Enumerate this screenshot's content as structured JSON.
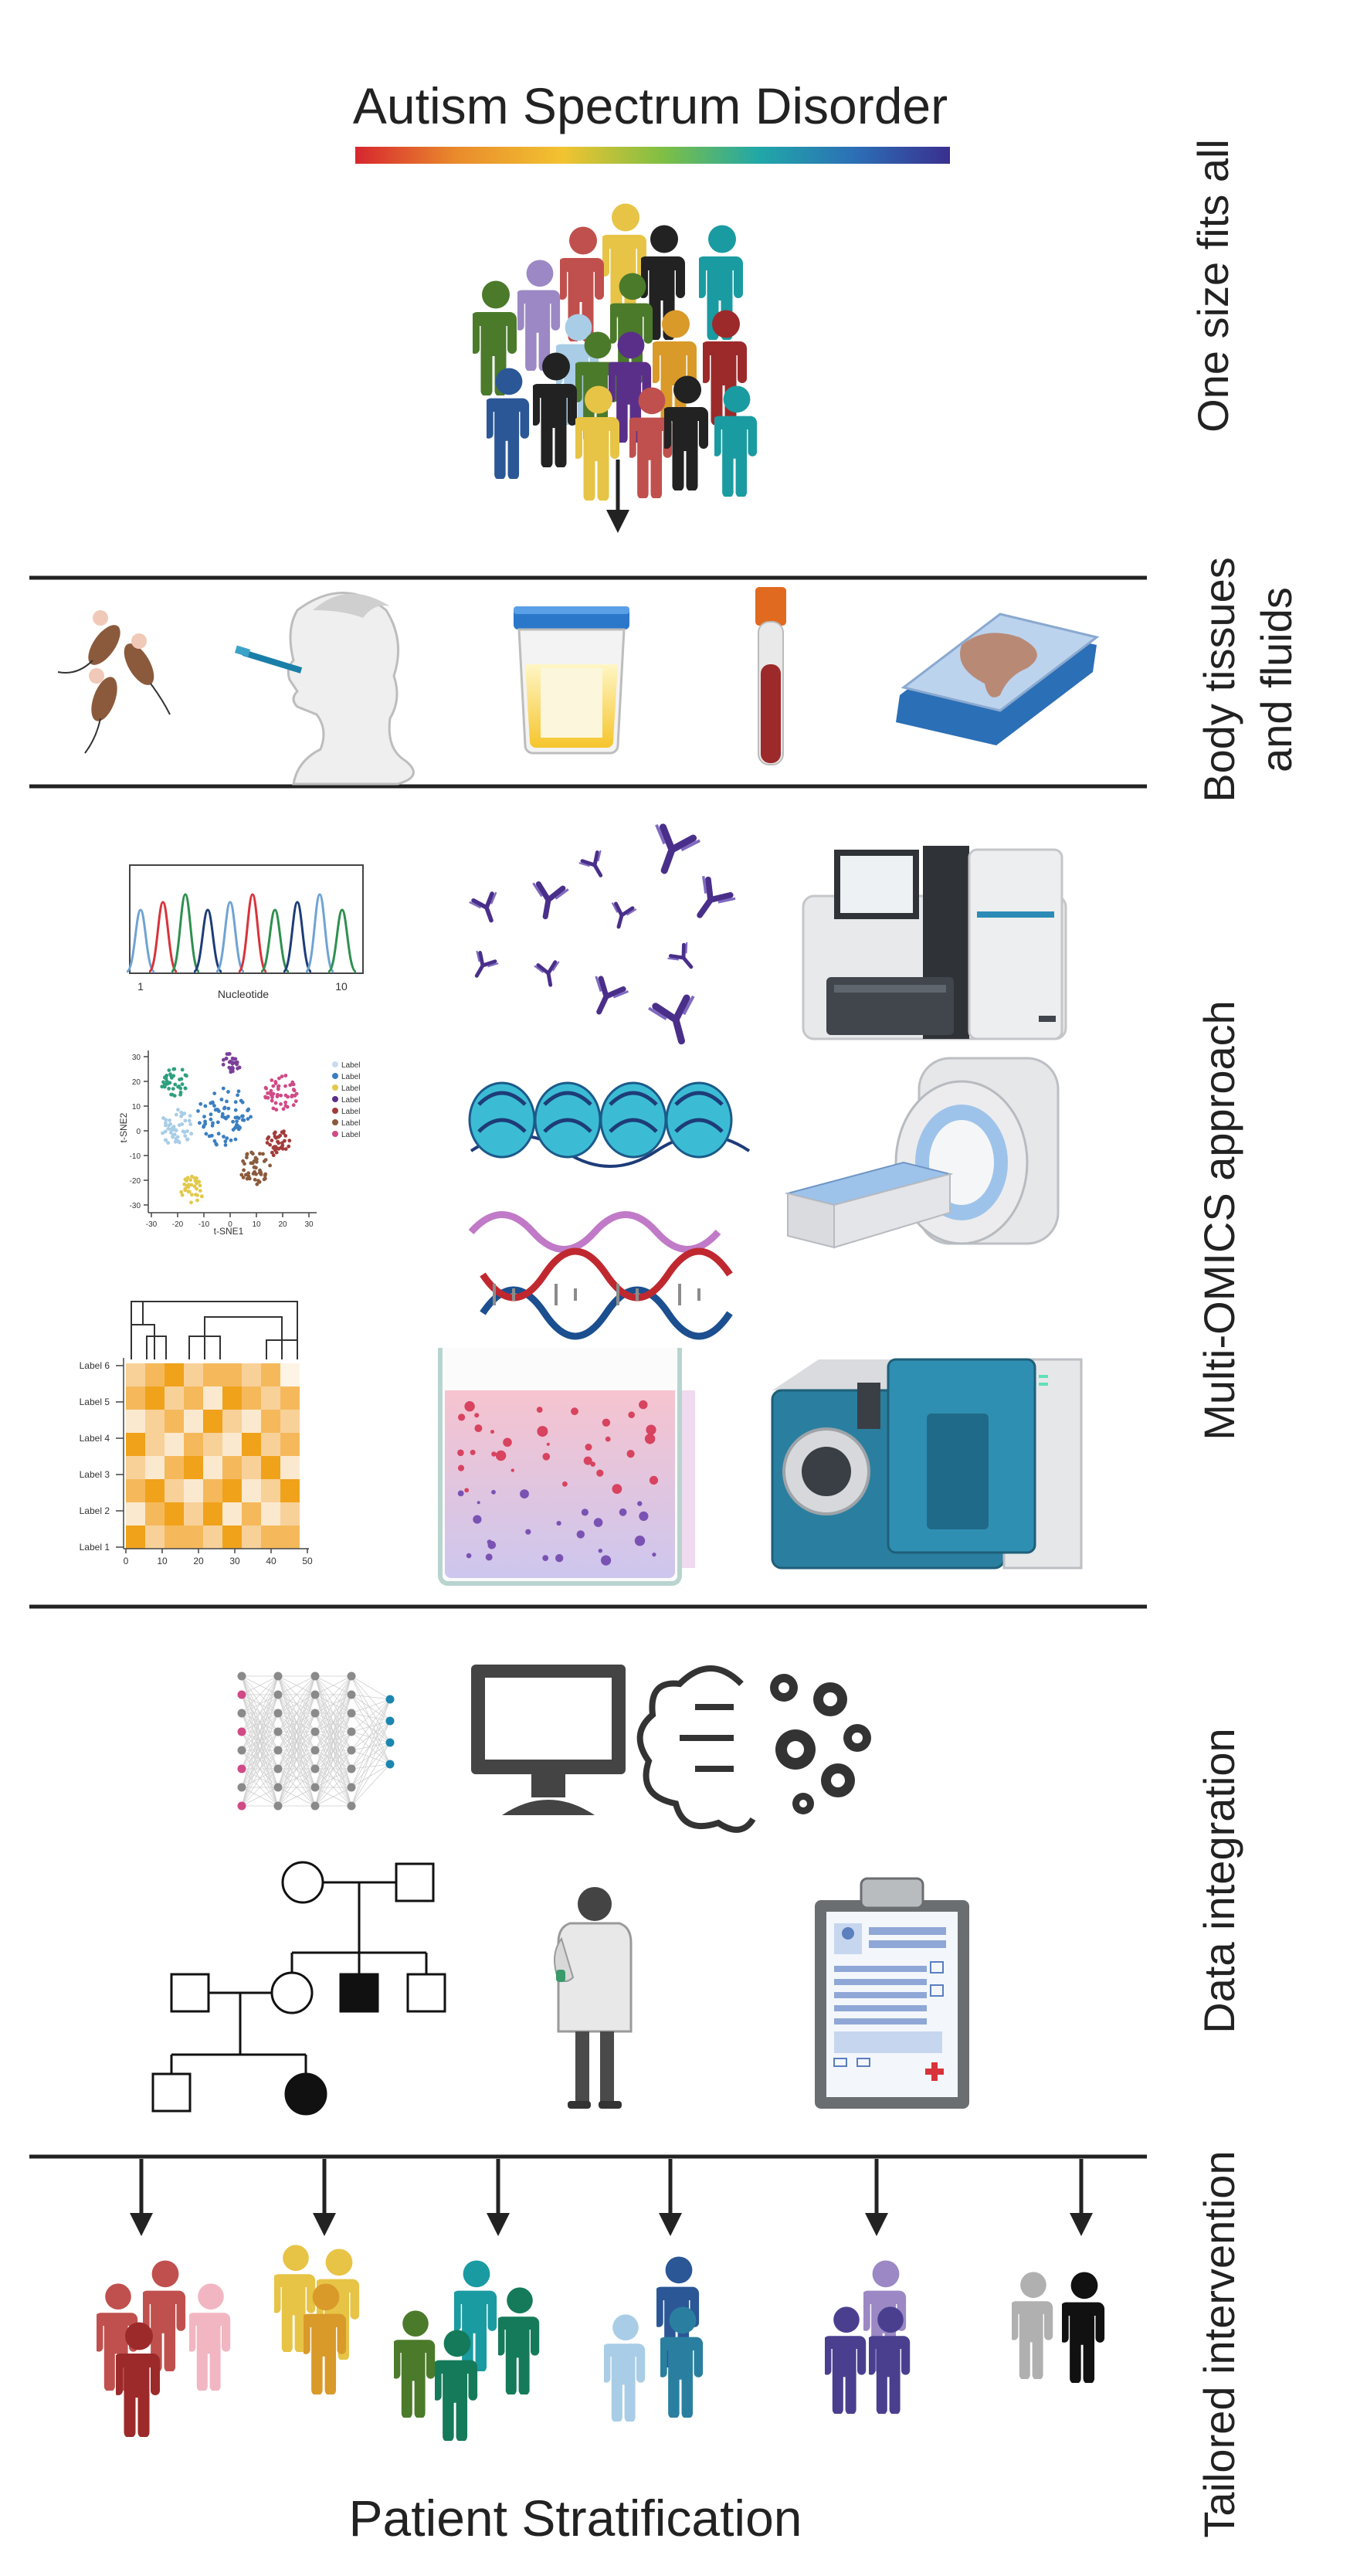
{
  "title": "Autism Spectrum Disorder",
  "footer": "Patient Stratification",
  "side_labels": {
    "one_size": "One size fits all",
    "body_tissues_line1": "Body tissues",
    "body_tissues_line2": "and fluids",
    "multi_omics": "Multi-OMICS approach",
    "data_integration": "Data  integration",
    "tailored": "Tailored intervention"
  },
  "chromatogram": {
    "xlabel": "Nucleotide",
    "x_start": "1",
    "x_end": "10"
  },
  "tsne": {
    "xlabel": "t-SNE1",
    "ylabel": "t-SNE2",
    "legend": [
      "Label",
      "Label",
      "Label",
      "Label",
      "Label",
      "Label",
      "Label"
    ],
    "legend_colors": [
      "#c9d9ef",
      "#3b7fc0",
      "#e2c94b",
      "#5a2f8a",
      "#a33b3b",
      "#8b5a3c",
      "#d04a86"
    ],
    "yticks": [
      "30",
      "20",
      "10",
      "0",
      "-10",
      "-20",
      "-30"
    ],
    "xticks": [
      "-30",
      "-20",
      "-10",
      "0",
      "10",
      "20",
      "30"
    ]
  },
  "heatmap": {
    "row_labels": [
      "Label 6",
      "Label 5",
      "Label 4",
      "Label 3",
      "Label 2",
      "Label 1"
    ],
    "xticks": [
      "0",
      "10",
      "20",
      "30",
      "40",
      "50"
    ]
  },
  "colors": {
    "people": [
      "#c0504d",
      "#e7c446",
      "#1a9ba1",
      "#4b7a2b",
      "#2b5797",
      "#222222",
      "#9b88c4",
      "#d99a2a",
      "#9c2a2a"
    ],
    "gradient": [
      "#d7262f",
      "#e98b2c",
      "#f2c331",
      "#7dbf45",
      "#21a7a8",
      "#2c6fb6",
      "#3a2f8f"
    ]
  }
}
